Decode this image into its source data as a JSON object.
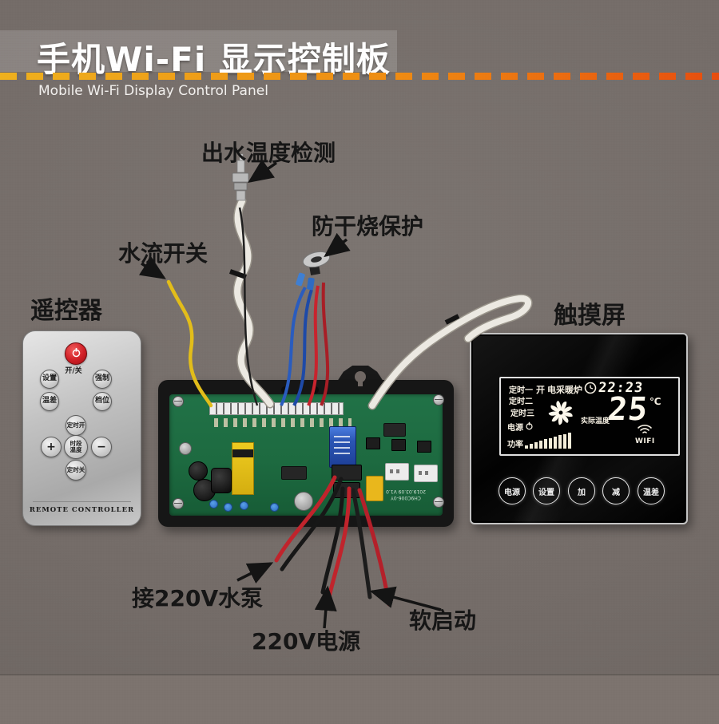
{
  "header": {
    "title": "手机Wi-Fi 显示控制板",
    "subtitle": "Mobile Wi-Fi Display Control Panel"
  },
  "annotations": {
    "outlet_temp": "出水温度检测",
    "water_flow": "水流开关",
    "dry_burn": "防干烧保护",
    "remote": "遥控器",
    "touch_screen": "触摸屏",
    "pump": "接220V水泵",
    "mains": "220V电源",
    "soft_start": "软启动"
  },
  "remote": {
    "power_label": "开/关",
    "btn_settings": "设置",
    "btn_force": "强制",
    "btn_temp_diff": "温差",
    "btn_gear": "档位",
    "btn_timer_on": "定时开",
    "btn_plus": "+",
    "btn_period_temp": "时段温度",
    "btn_minus": "−",
    "btn_timer_off": "定时关",
    "footer": "REMOTE CONTROLLER"
  },
  "touch": {
    "display": {
      "timers": [
        "定时一",
        "定时二",
        "定时三"
      ],
      "on_label": "开",
      "heater_label": "电采暖炉",
      "time": "22:23",
      "power_label": "电源",
      "power_rate_label": "功率",
      "actual_temp_label": "实际温度",
      "temperature": "25",
      "temp_unit": "℃",
      "wifi_label": "WIFI"
    },
    "buttons": [
      "电源",
      "设置",
      "加",
      "减",
      "温差"
    ]
  },
  "pcb": {
    "model": "CH9C006-0Y",
    "version": "2019.03.09 V1.0"
  },
  "colors": {
    "dash_start": "#efb11d",
    "dash_end": "#e84d0e",
    "board_green": "#1d6a40",
    "relay_blue": "#2b55b4",
    "wire_red": "#c0242c",
    "wire_yellow": "#e2bd1a",
    "wire_blue": "#2557b8",
    "lcd_glow": "#fdf8ec"
  }
}
